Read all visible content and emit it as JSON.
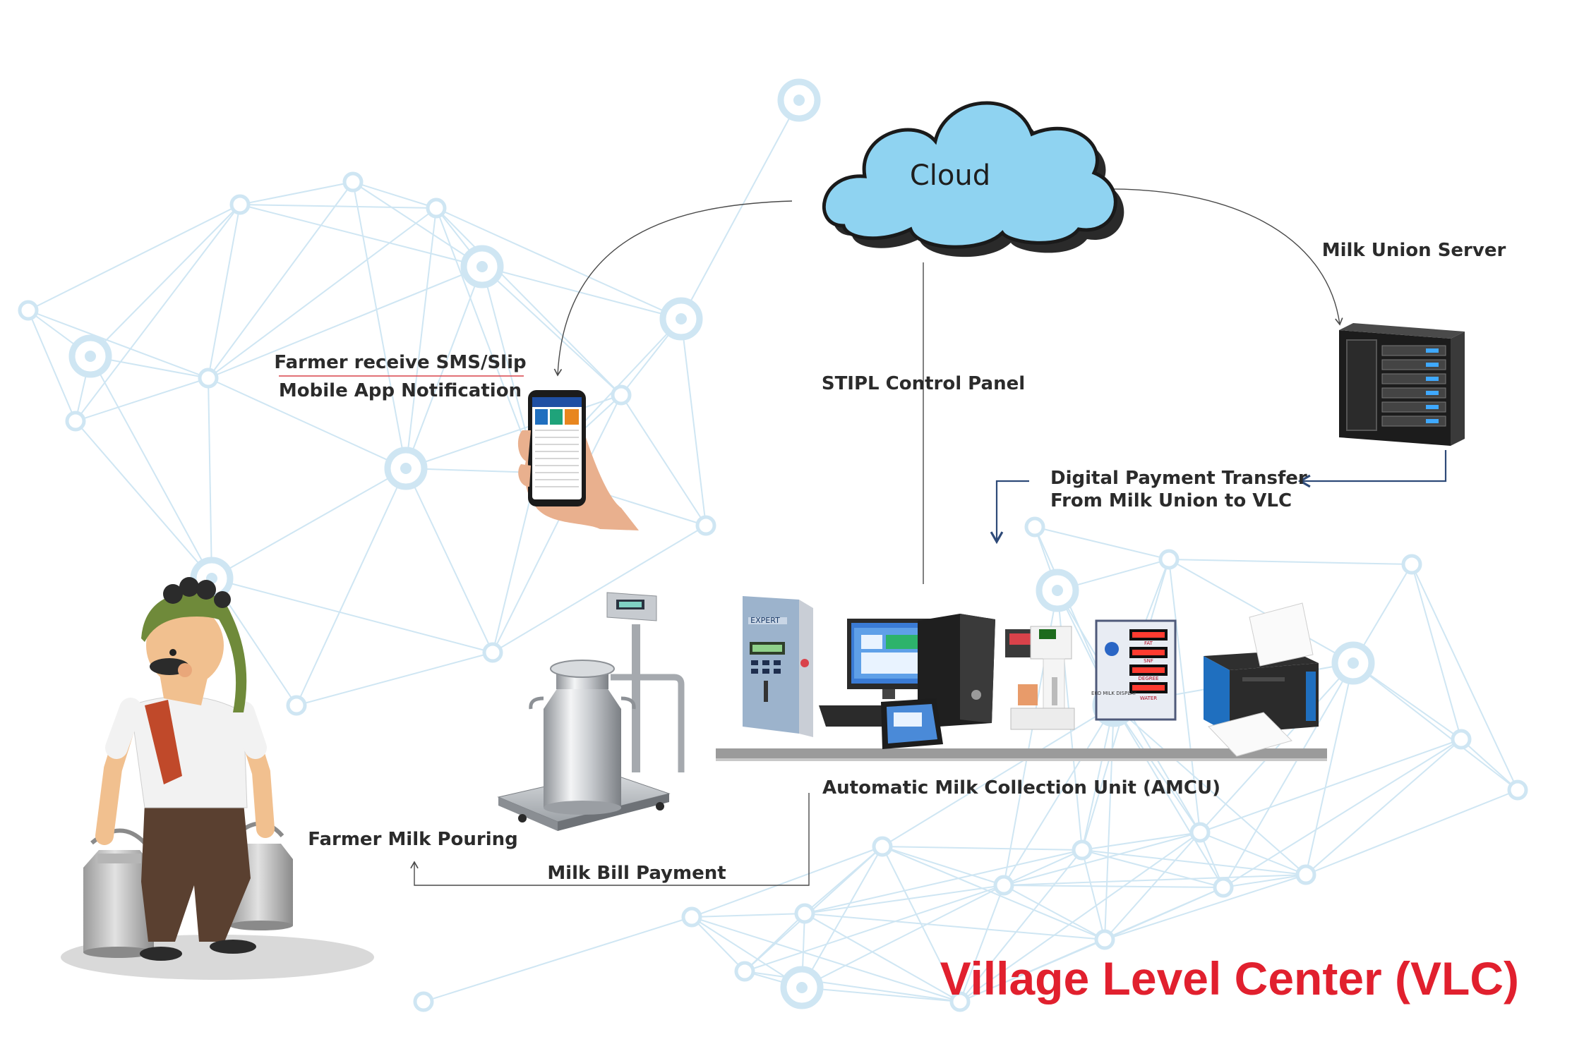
{
  "cloud": {
    "label": "Cloud"
  },
  "labels": {
    "milk_union_server": "Milk Union Server",
    "farmer_receive_line1": "Farmer receive SMS/Slip",
    "farmer_receive_line2": "Mobile App Notification",
    "control_panel": "STIPL Control Panel",
    "digital_payment_line1": "Digital Payment Transfer",
    "digital_payment_line2": "From Milk Union to VLC",
    "amcu": "Automatic Milk Collection Unit (AMCU)",
    "milk_pouring": "Farmer Milk Pouring",
    "bill_payment": "Milk Bill Payment"
  },
  "title": {
    "text": "Village Level Center (VLC)",
    "color": "#e1202e"
  },
  "devices": {
    "analyzer_brand": "EXPERT",
    "display_words": [
      "FAT",
      "SNF",
      "DEGREE",
      "WATER"
    ],
    "display_caption": "EKO MILK DISPLAY"
  },
  "colors": {
    "network": "#cfe6f3",
    "cloud_fill": "#8fd3f1",
    "cloud_shadow": "#2a2a2a",
    "arrow": "#4a4a4a",
    "payment_arrow": "#2e4a78"
  },
  "icons": [
    "cloud-icon",
    "server-icon",
    "smartphone-icon",
    "milk-analyzer-icon",
    "computer-icon",
    "tablet-icon",
    "stirrer-icon",
    "milk-display-icon",
    "printer-icon",
    "weighing-scale-icon",
    "milk-can-icon",
    "farmer-illustration"
  ]
}
